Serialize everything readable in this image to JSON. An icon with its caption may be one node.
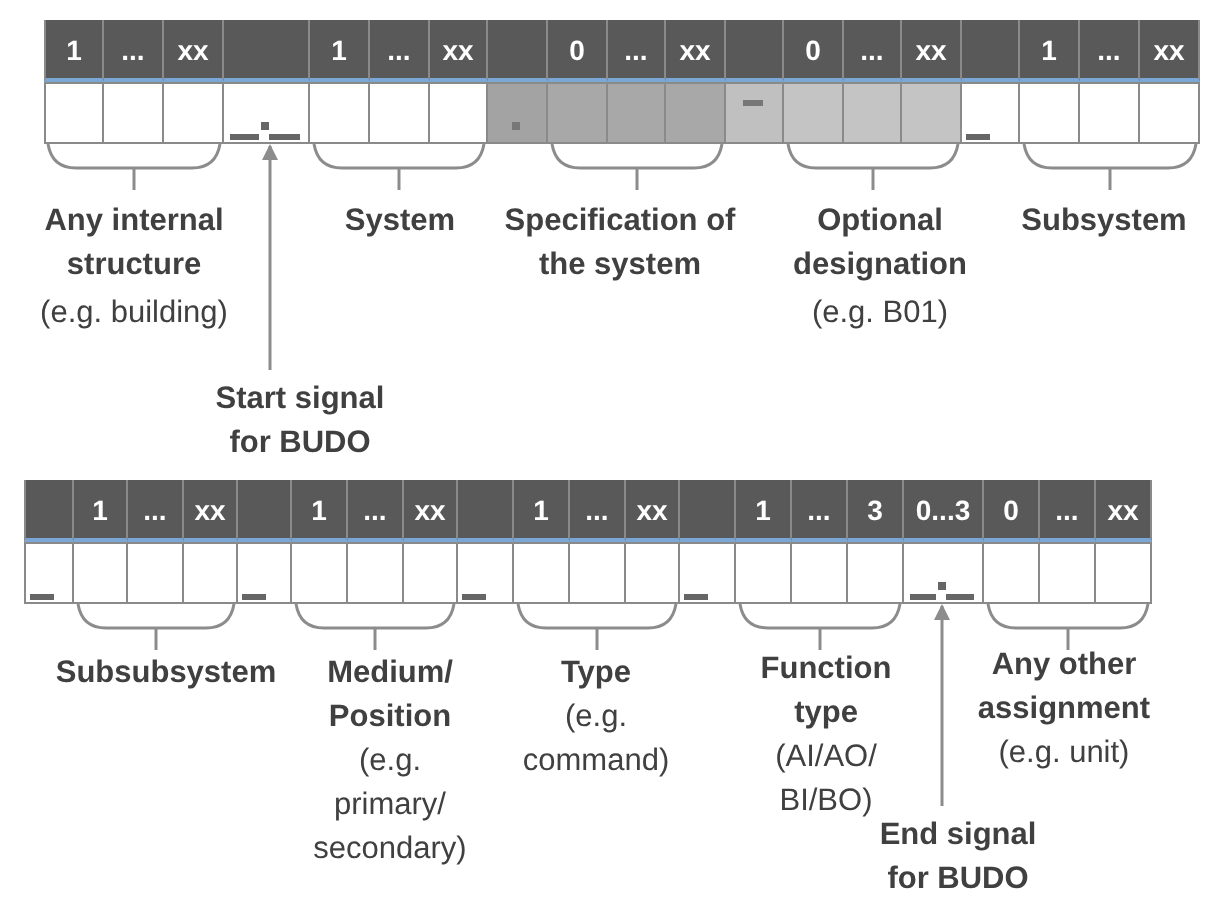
{
  "diagram": {
    "nodes": [
      {
        "text": [],
        "shape": "box"
      },
      {
        "text": [
          "Start signal for BUDO"
        ]
      },
      {
        "text": [],
        "shape": "box"
      },
      {
        "text": [
          "End signal for BUDO"
        ]
      }
    ],
    "edges": [
      {
        "from": 1,
        "to": 0,
        "arrow": "to"
      },
      {
        "from": 3,
        "to": 2,
        "arrow": "to"
      }
    ],
    "labels": [
      "1",
      "...",
      "xx",
      "1",
      "...",
      "xx",
      "0",
      "...",
      "xx",
      "0",
      "...",
      "xx",
      "1",
      "...",
      "xx",
      "Any internal structure",
      "(e.g. building)",
      "System",
      "Specification of the system",
      "Optional designation",
      "(e.g. B01)",
      "Subsystem",
      "1",
      "...",
      "xx",
      "1",
      "...",
      "xx",
      "1",
      "...",
      "xx",
      "1",
      "...",
      "3",
      "0...3",
      "0",
      "...",
      "xx",
      "Subsubsystem",
      "Medium/ Position",
      "(e.g. primary/ secondary)",
      "Type",
      "(e.g. command)",
      "Function type",
      "(AI/AO/ BI/BO)",
      "Any other assignment",
      "(e.g. unit)"
    ]
  }
}
